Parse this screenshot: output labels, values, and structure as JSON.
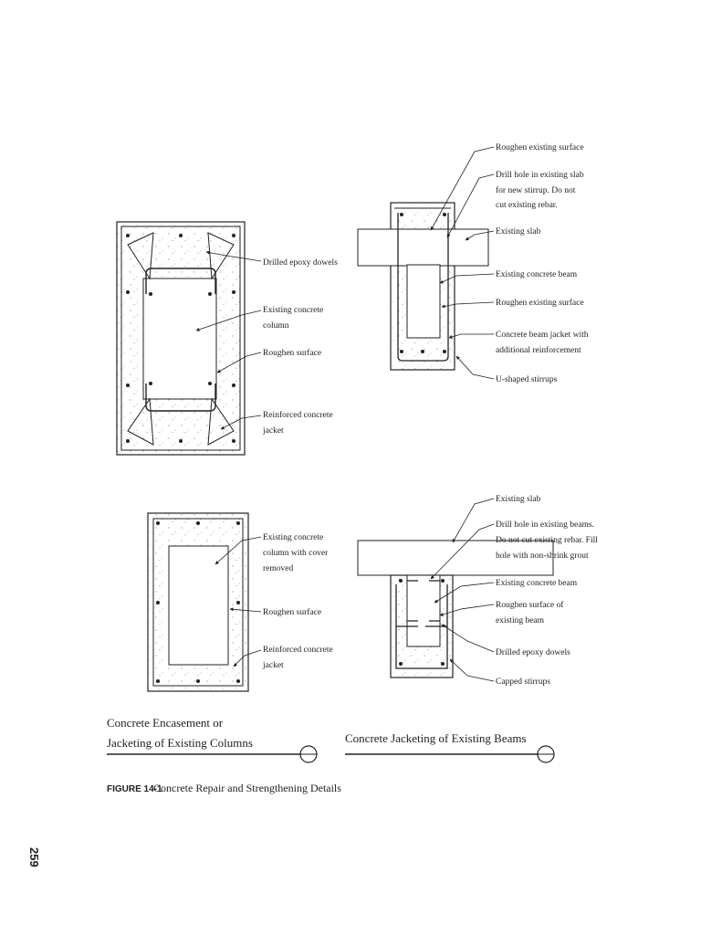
{
  "column_detail_1": {
    "labels": {
      "dowels": "Drilled epoxy dowels",
      "existing_column_1": "Existing concrete",
      "existing_column_2": "column",
      "roughen": "Roughen surface",
      "jacket_1": "Reinforced concrete",
      "jacket_2": "jacket"
    }
  },
  "column_detail_2": {
    "labels": {
      "existing_column_1": "Existing concrete",
      "existing_column_2": "column with cover",
      "existing_column_3": "removed",
      "roughen": "Roughen surface",
      "jacket_1": "Reinforced concrete",
      "jacket_2": "jacket"
    }
  },
  "beam_detail_1": {
    "labels": {
      "roughen_top": "Roughen existing surface",
      "drill_1": "Drill hole in existing slab",
      "drill_2": "for new stirrup.  Do not",
      "drill_3": "cut existing rebar.",
      "slab": "Existing slab",
      "beam": "Existing concrete beam",
      "roughen": "Roughen existing surface",
      "jacket_1": "Concrete beam jacket with",
      "jacket_2": "additional reinforcement",
      "stirrups": "U-shaped stirrups"
    }
  },
  "beam_detail_2": {
    "labels": {
      "slab": "Existing slab",
      "drill_1": "Drill hole in existing beams.",
      "drill_2": "Do not cut existing rebar.  Fill",
      "drill_3": "hole with non-shrink grout",
      "beam": "Existing concrete beam",
      "roughen_1": "Roughen surface of",
      "roughen_2": "existing beam",
      "dowels": "Drilled epoxy dowels",
      "stirrups": "Capped stirrups"
    }
  },
  "captions": {
    "columns_line1": "Concrete Encasement or",
    "columns_line2": "Jacketing of Existing Columns",
    "beams": "Concrete Jacketing of Existing Beams"
  },
  "figure": {
    "number": "FIGURE 14-1",
    "title": "Concrete Repair and Strengthening Details"
  },
  "page_number": "259"
}
